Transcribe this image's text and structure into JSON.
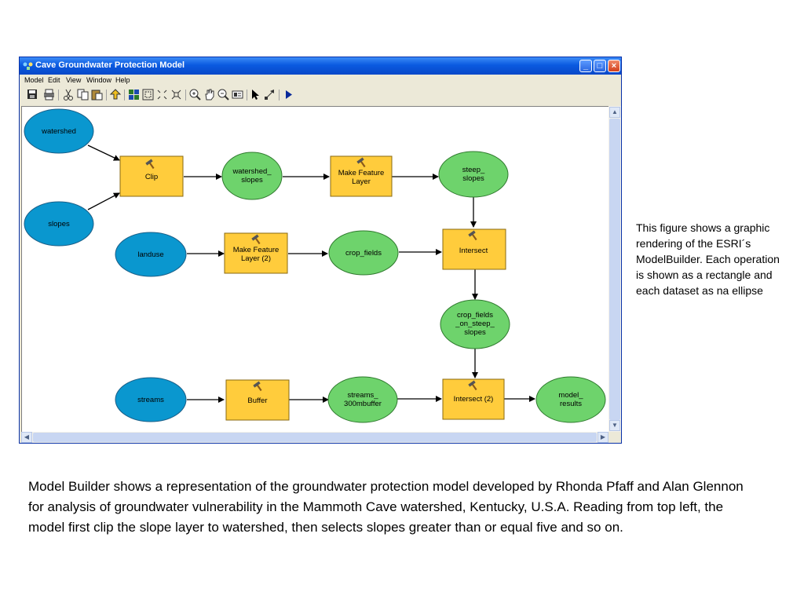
{
  "window": {
    "title": "Cave Groundwater Protection Model",
    "menu": [
      "Model",
      "Edit",
      "View",
      "Window",
      "Help"
    ],
    "controls": {
      "minimize": "_",
      "maximize": "□",
      "close": "×"
    }
  },
  "toolbar": {
    "icons": [
      "save-icon",
      "print-icon",
      "cut-icon",
      "copy-icon",
      "paste-icon",
      "add-data-icon",
      "auto-layout-icon",
      "full-extent-icon",
      "zoom-in-fixed-icon",
      "zoom-out-fixed-icon",
      "zoom-in-icon",
      "pan-icon",
      "zoom-out-icon",
      "overview-icon",
      "select-icon",
      "connect-icon",
      "run-icon"
    ]
  },
  "diagram": {
    "datasets": {
      "watershed": "watershed",
      "slopes": "slopes",
      "landuse": "landuse",
      "streams": "streams",
      "watershed_slopes": [
        "watershed_",
        "slopes"
      ],
      "crop_fields": "crop_fields",
      "steep_slopes": [
        "steep_",
        "slopes"
      ],
      "crop_fields_on_steep_slopes": [
        "crop_fields",
        "_on_steep_",
        "slopes"
      ],
      "streams_buffer": [
        "streams_",
        "300mbuffer"
      ],
      "model_results": [
        "model_",
        "results"
      ]
    },
    "tools": {
      "clip": "Clip",
      "make_feature_layer": [
        "Make Feature",
        "Layer"
      ],
      "make_feature_layer_2": [
        "Make Feature",
        "Layer (2)"
      ],
      "intersect": "Intersect",
      "intersect_2": "Intersect (2)",
      "buffer": "Buffer"
    },
    "colors": {
      "dataset_blue": "#0a97cf",
      "dataset_green": "#6ed36c",
      "tool_yellow": "#ffcc3c"
    }
  },
  "side_note": "This figure shows a graphic rendering of the ESRI´s ModelBuilder. Each operation is shown as a rectangle and each dataset as na ellipse",
  "caption": "Model Builder shows a representation of the groundwater protection model developed by Rhonda Pfaff and Alan Glennon for analysis of groundwater vulnerability in the Mammoth Cave watershed, Kentucky, U.S.A. Reading from top left, the model first clip the slope layer to watershed, then selects slopes greater than or equal five and so on."
}
